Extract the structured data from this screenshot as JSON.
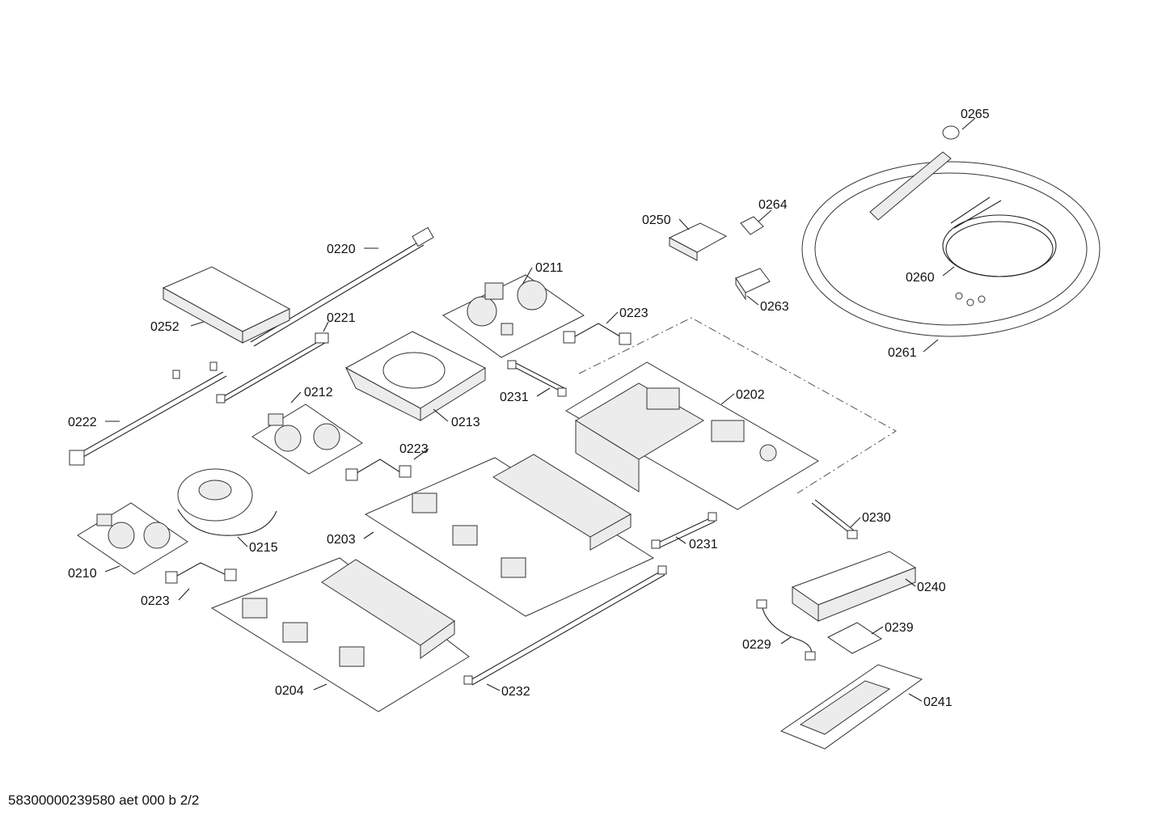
{
  "document": {
    "footer": "58300000239580 aet 000 b 2/2"
  },
  "labels": {
    "p0202": "0202",
    "p0203": "0203",
    "p0204": "0204",
    "p0210": "0210",
    "p0211": "0211",
    "p0212": "0212",
    "p0213": "0213",
    "p0215": "0215",
    "p0220": "0220",
    "p0221": "0221",
    "p0222": "0222",
    "p0223a": "0223",
    "p0223b": "0223",
    "p0223c": "0223",
    "p0229": "0229",
    "p0230": "0230",
    "p0231a": "0231",
    "p0231b": "0231",
    "p0232": "0232",
    "p0239": "0239",
    "p0240": "0240",
    "p0241": "0241",
    "p0250": "0250",
    "p0252": "0252",
    "p0260": "0260",
    "p0261": "0261",
    "p0263": "0263",
    "p0264": "0264",
    "p0265": "0265"
  }
}
